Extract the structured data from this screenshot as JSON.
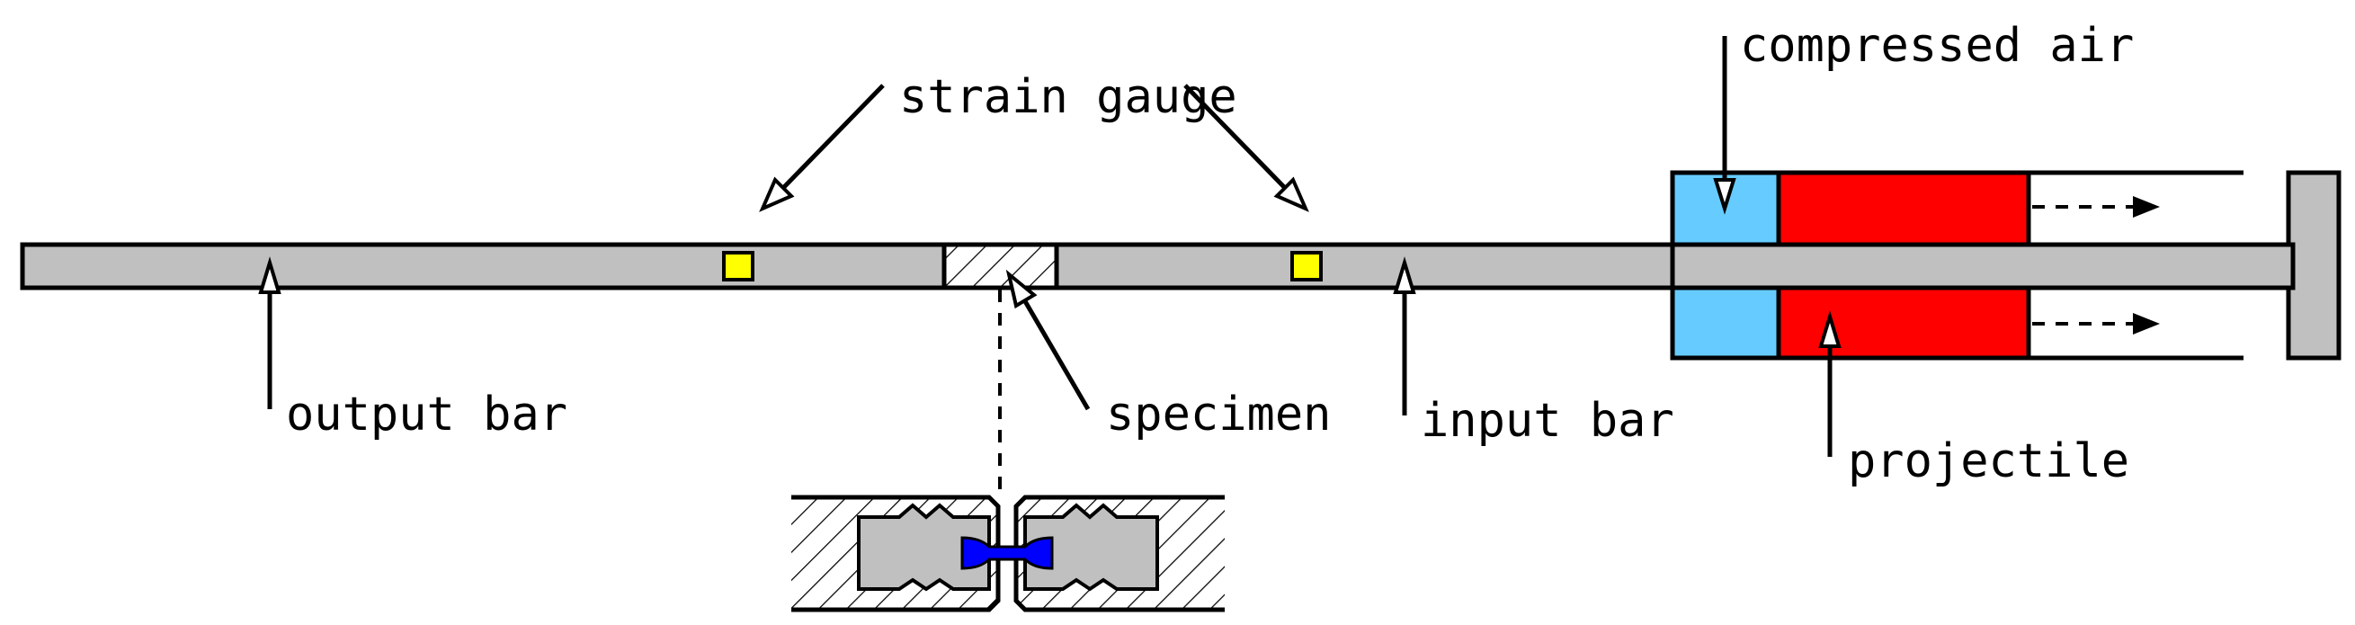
{
  "labels": {
    "strain_gauge": "strain gauge",
    "compressed_air": "compressed air",
    "output_bar": "output bar",
    "specimen": "specimen",
    "input_bar": "input bar",
    "projectile": "projectile"
  },
  "colors": {
    "bar": "#c0c0c0",
    "strain_gauge": "#ffff00",
    "compressed_air": "#66ccff",
    "projectile": "#ff0000",
    "specimen_detail": "#0000ff",
    "outline": "#000000"
  }
}
